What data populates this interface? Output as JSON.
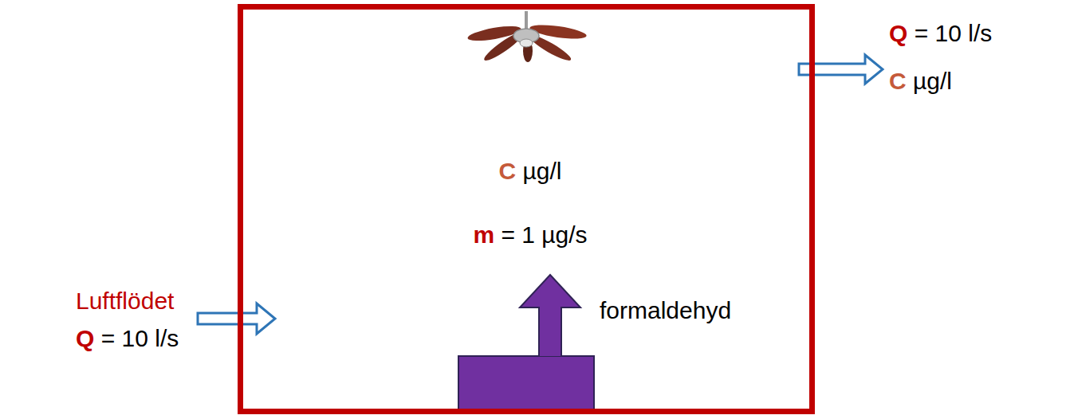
{
  "diagram": {
    "nodes": [
      {
        "text": [
          "C µg/l",
          "m = 1 µg/s"
        ]
      }
    ],
    "labels": [
      "Luftflödet",
      "Q = 10 l/s",
      "Q = 10 l/s",
      "C µg/l",
      "formaldehyd"
    ]
  }
}
